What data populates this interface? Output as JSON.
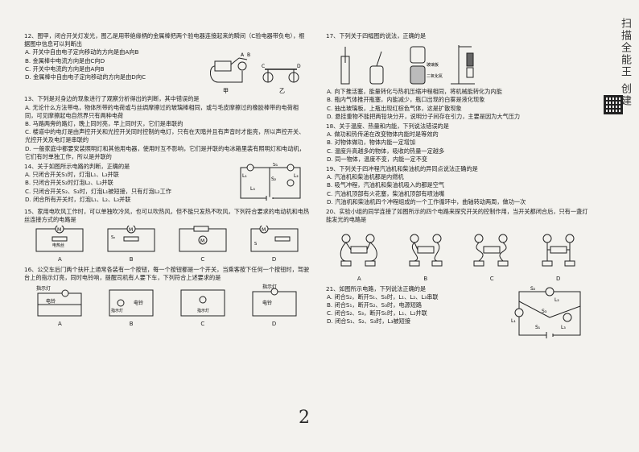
{
  "left": {
    "q12": {
      "stem": "12、图甲，闭合开关灯发光，图乙是用带绝缘柄的金属棒把两个验电器连接起来的瞬间（C验电器带负电），根据图中信息可以判断出",
      "options": [
        "A. 开关中自由电子定向移动的方向是由A向B",
        "B. 金属棒中电流方向是由C向D",
        "C. 开关中电流的方向是由A向B",
        "D. 金属棒中自由电子定向移动的方向是由D向C"
      ],
      "fig_labels": [
        "A",
        "B",
        "甲",
        "C",
        "D",
        "乙"
      ]
    },
    "q13": {
      "stem": "13、下列是对身边的现象进行了观察分析得出的判断，其中错误的是",
      "options": [
        "A. 无论什么方法带电，物体所带的电荷或与丝绸摩擦过的玻璃棒相同，或与毛皮摩擦过的橡胶棒带的电荷相同，可见摩擦起电自然界只有两种电荷",
        "B. 马路两旁的路灯，晚上同时亮，早上同时灭，它们是串联的",
        "C. 楼道中的电灯是由声控开关和光控开关同时控制的电灯，只有在天暗并且有声音时才能亮，所以声控开关、光控开关及电灯是串联的",
        "D. 一般家庭中都要安装照明灯和其他用电器，使用时互不影响，它们是并联的电冰箱里装有照明灯和电动机，它们有时单独工作，所以是并联的"
      ]
    },
    "q14": {
      "stem": "14、关于如图所示电路的判断，正确的是",
      "options": [
        "A. 只闭合开关S₁时，灯泡L₁、L₃并联",
        "B. 只闭合开关S₂时灯泡L₂、L₃并联",
        "C. 只闭合开关S₂、S₃时，灯泡L₁被短接，只有灯泡L₂工作",
        "D. 闭合所有开关时，灯泡L₁、L₂、L₃并联"
      ],
      "fig_labels": [
        "S₁",
        "L₁",
        "S₂",
        "L₂",
        "L₃"
      ]
    },
    "q15": {
      "stem": "15、家用电吹风工作时，可以单独吹冷风，也可以吹热风，但不能只发热不吹风，下列符合要求的电动机和电热丝连接方式的电路是",
      "fig_caps": [
        "A",
        "B",
        "C",
        "D"
      ],
      "part_labels": [
        "M",
        "电热丝",
        "S₁",
        "S₂",
        "S"
      ]
    },
    "q16": {
      "stem": "16、公交车后门两个扶杆上通常各装有一个按钮，每一个按钮都是一个开关，当乘客按下任何一个按钮时，驾驶台上的指示灯亮，同时电铃响，提醒司机有人要下车，下列符合上述要求的是",
      "fig_caps": [
        "A",
        "B",
        "C",
        "D"
      ],
      "part_labels": [
        "指示灯",
        "电铃"
      ]
    }
  },
  "right": {
    "q17": {
      "stem": "17、下列关于四幅图的说法，正确的是",
      "options": [
        "A. 向下推活塞，能量转化与热机压缩冲程相同，将机械能转化为内能",
        "B. 瓶内气体推开瓶塞，内能减少，瓶口出现的白雾是液化现象",
        "C. 抽出玻璃板，上瓶出现红棕色气体，这是扩散现象",
        "D. 悬挂重物不能把两铅块分开，说明分子间存在引力，主要是因为大气压力"
      ],
      "fig_labels": [
        "玻璃板",
        "二氧化氮"
      ]
    },
    "q18": {
      "stem": "18、关于温度、热量和内能，下列说法错误的是",
      "options": [
        "A. 做功和热传递在改变物体内能时是等效的",
        "B. 对物体做功，物体内能一定增加",
        "C. 温度升高越多的物体，吸收的热量一定越多",
        "D. 同一物体，温度不变，内能一定不变"
      ]
    },
    "q19": {
      "stem": "19、下列关于四冲程汽油机和柴油机的异同点说法正确的是",
      "options": [
        "A. 汽油机和柴油机都是内燃机",
        "B. 吸气冲程，汽油机和柴油机吸入的都是空气",
        "C. 汽油机顶部有火花塞，柴油机顶部有喷油嘴",
        "D. 汽油机和柴油机四个冲程组成的一个工作循环中，曲轴转动两周，做功一次"
      ]
    },
    "q20": {
      "stem": "20、实验小组的同学连接了如图所示的四个电路来探究开关的控制作用，当开关都闭合后，只有一盏灯能发光的电路是",
      "fig_caps": [
        "A",
        "B",
        "C",
        "D"
      ]
    },
    "q21": {
      "stem": "21、如图所示电路，下列说法正确的是",
      "options": [
        "A. 闭合S₂，断开S₁、S₃时，L₁、L₂、L₃串联",
        "B. 闭合S₁，断开S₂、S₃时，电源短路",
        "C. 闭合S₂、S₃，断开S₁时，L₁、L₂并联",
        "D. 闭合S₁、S₂、S₃时，L₃被短接"
      ],
      "fig_labels": [
        "S₂",
        "L₂",
        "L₁",
        "S₃",
        "S₁",
        "L₃"
      ]
    }
  },
  "watermark": "扫描全能王 创建",
  "page_number": "2"
}
